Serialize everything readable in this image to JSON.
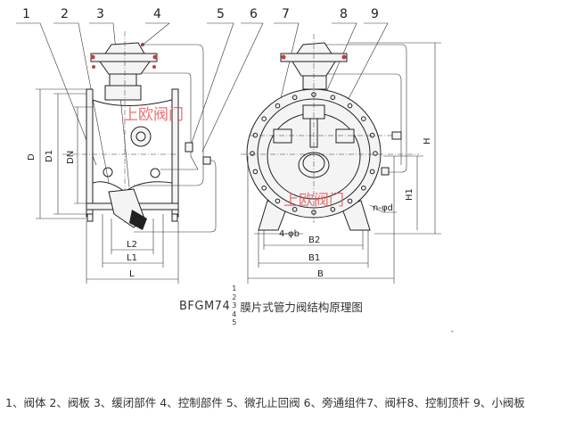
{
  "callouts": [
    "1",
    "2",
    "3",
    "4",
    "5",
    "6",
    "7",
    "8",
    "9"
  ],
  "dimensions": {
    "D": "D",
    "D1": "D1",
    "DN": "DN",
    "L": "L",
    "L1": "L1",
    "L2": "L2",
    "B": "B",
    "B1": "B1",
    "B2": "B2",
    "H": "H",
    "H1": "H1",
    "n_d": "n-φd",
    "four_b": "4-φb"
  },
  "watermark": "上欧阀门",
  "title": {
    "model": "BFGM74",
    "variants": [
      "1",
      "2",
      "3",
      "4",
      "5"
    ],
    "name": "膜片式管力阀结构原理图"
  },
  "caption": "1、阀体 2、阀板 3、缓闭部件 4、控制部件 5、微孔止回阀 6、旁通组件7、阀杆8、控制顶杆 9、小阀板",
  "colors": {
    "line": "#222222",
    "watermark": "#e35a5a",
    "bolt": "#c04040"
  }
}
